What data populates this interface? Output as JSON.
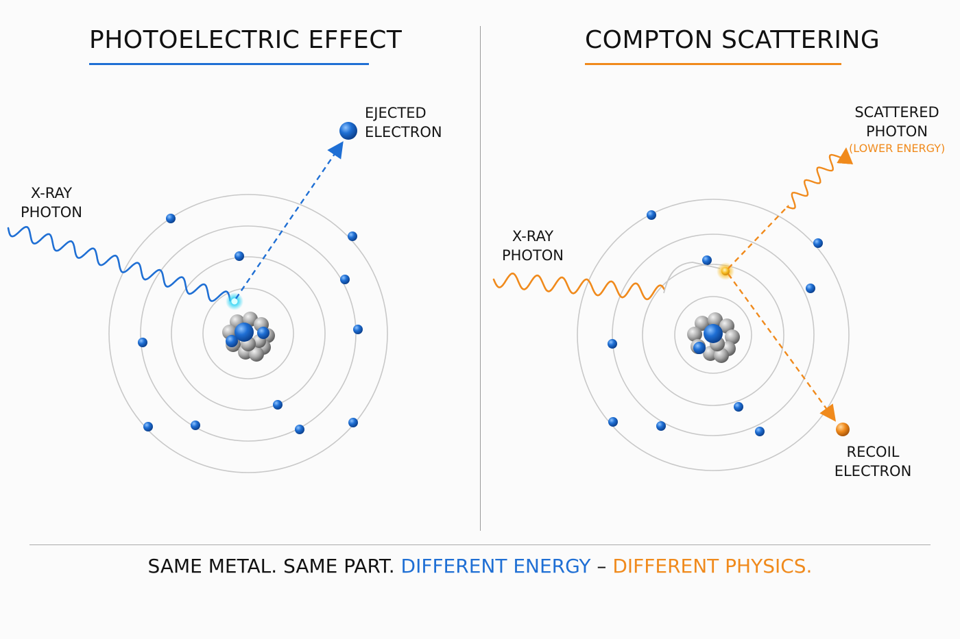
{
  "left_panel": {
    "title": "PHOTOELECTRIC EFFECT",
    "incoming_label": [
      "X-RAY",
      "PHOTON"
    ],
    "outgoing_label": [
      "EJECTED",
      "ELECTRON"
    ]
  },
  "right_panel": {
    "title": "COMPTON SCATTERING",
    "incoming_label": [
      "X-RAY",
      "PHOTON"
    ],
    "scattered_label": [
      "SCATTERED",
      "PHOTON"
    ],
    "scattered_note": "(LOWER ENERGY)",
    "recoil_label": [
      "RECOIL",
      "ELECTRON"
    ]
  },
  "caption": {
    "part1": "SAME METAL. SAME PART. ",
    "part2": "DIFFERENT ENERGY",
    "part3": " – ",
    "part4": "DIFFERENT PHYSICS."
  },
  "colors": {
    "photoelectric_accent": "#1f6fd4",
    "compton_accent": "#f08a1c",
    "electron": "#1f6fd4",
    "orbit": "#c8c8c8"
  }
}
